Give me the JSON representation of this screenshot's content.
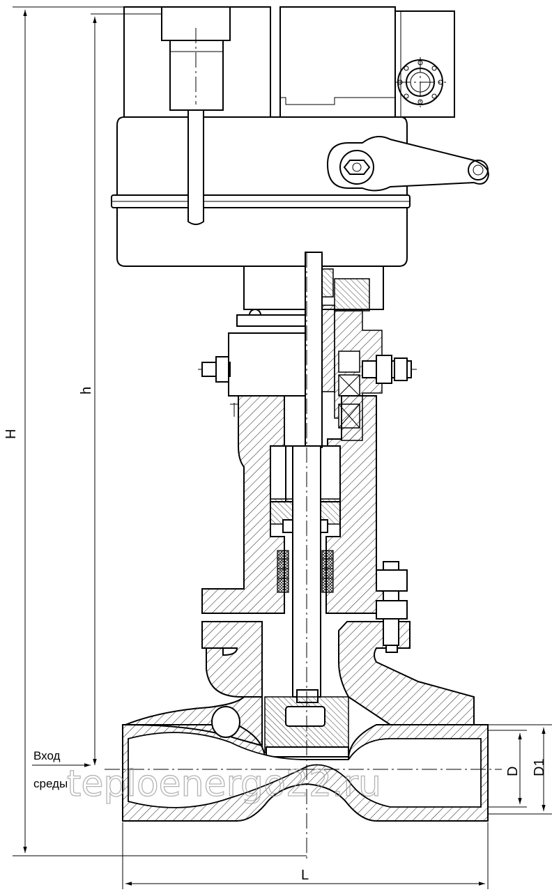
{
  "dimensions": {
    "H": "H",
    "h": "h",
    "L": "L",
    "D": "D",
    "D1": "D1"
  },
  "inlet_label": {
    "line1": "Вход",
    "line2": "среды"
  },
  "watermark": "teploenergo22.ru"
}
